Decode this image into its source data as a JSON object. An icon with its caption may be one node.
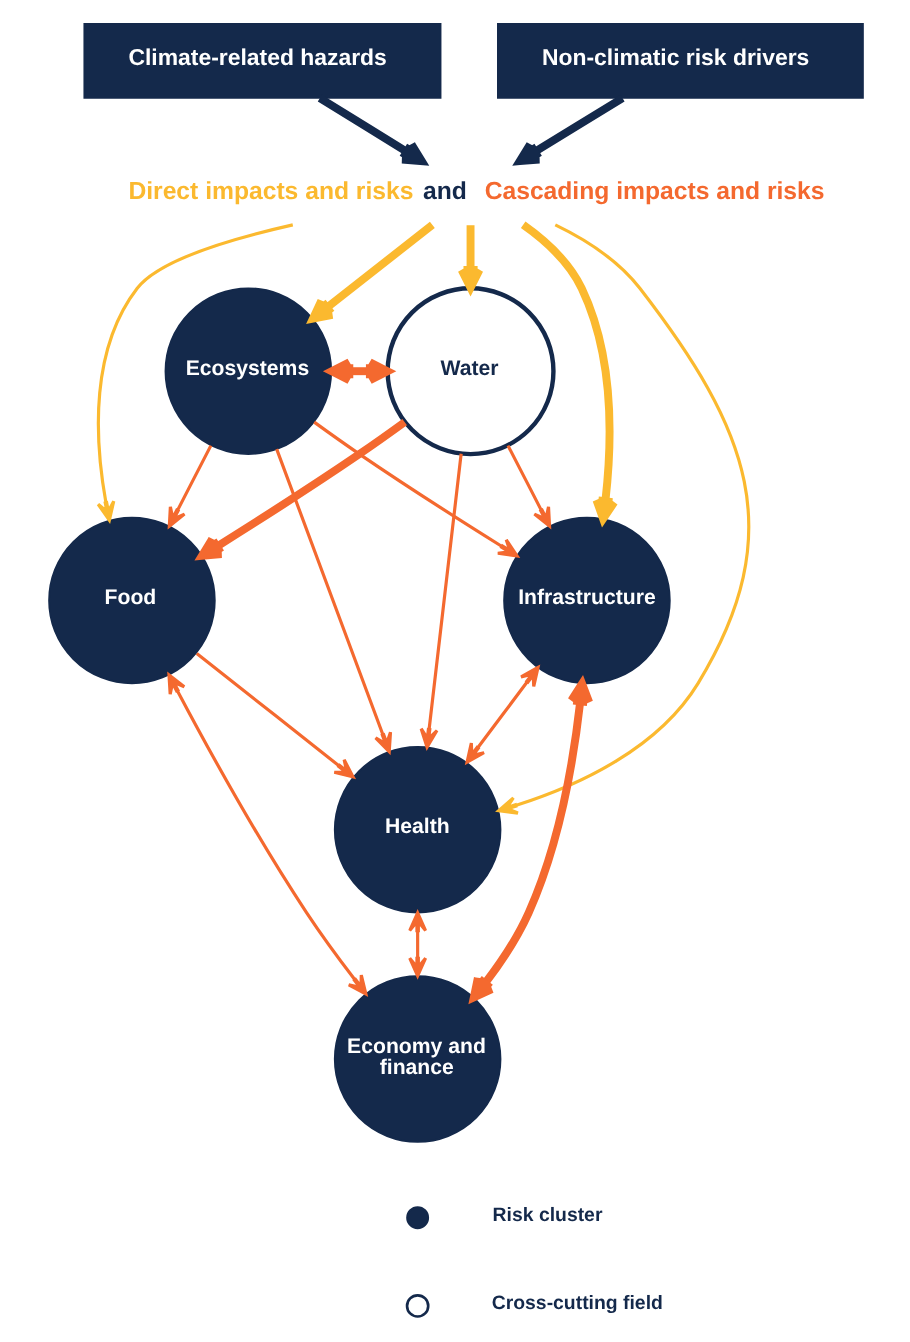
{
  "diagram": {
    "nodes": [
      {
        "text": [
          "Climate-related hazards"
        ]
      },
      {
        "text": [
          "Non-climatic risk drivers"
        ]
      },
      {
        "text": [
          "Direct impacts and risks",
          "and",
          "Cascading impacts and risks"
        ]
      },
      {
        "text": [
          "Ecosystems"
        ]
      },
      {
        "text": [
          "Water"
        ]
      },
      {
        "text": [
          "Food"
        ]
      },
      {
        "text": [
          "Infrastructure"
        ]
      },
      {
        "text": [
          "Health"
        ]
      },
      {
        "text": [
          "Economy and finance"
        ]
      }
    ],
    "edges": [
      {
        "from": 0,
        "to": 2,
        "arrow": "to",
        "style": "thick",
        "color": "#14294b"
      },
      {
        "from": 1,
        "to": 2,
        "arrow": "to",
        "style": "thick",
        "color": "#14294b"
      },
      {
        "from": 2,
        "to": 5,
        "arrow": "to",
        "color": "#fbb92f"
      },
      {
        "from": 2,
        "to": 3,
        "arrow": "to",
        "style": "thick",
        "color": "#fbb92f"
      },
      {
        "from": 2,
        "to": 7,
        "arrow": "to",
        "color": "#fbb92f"
      },
      {
        "from": 2,
        "to": 4,
        "arrow": "to",
        "style": "thick",
        "color": "#fbb92f"
      },
      {
        "from": 2,
        "to": 6,
        "arrow": "to",
        "style": "thick",
        "color": "#fbb92f"
      },
      {
        "from": 3,
        "to": 4,
        "arrow": "both",
        "style": "thick"
      },
      {
        "from": 3,
        "to": 5,
        "arrow": "to"
      },
      {
        "from": 3,
        "to": 7,
        "arrow": "to"
      },
      {
        "from": 3,
        "to": 6,
        "arrow": "to"
      },
      {
        "from": 4,
        "to": 5,
        "arrow": "to",
        "style": "thick"
      },
      {
        "from": 4,
        "to": 6,
        "arrow": "to"
      },
      {
        "from": 4,
        "to": 7,
        "arrow": "to"
      },
      {
        "from": 5,
        "to": 7,
        "arrow": "to"
      },
      {
        "from": 5,
        "to": 8,
        "arrow": "both"
      },
      {
        "from": 6,
        "to": 7,
        "arrow": "both"
      },
      {
        "from": 6,
        "to": 8,
        "arrow": "both",
        "style": "thick"
      },
      {
        "from": 7,
        "to": 8,
        "arrow": "both"
      }
    ],
    "legend": [
      {
        "text": "Risk cluster",
        "color": "#14294b"
      },
      {
        "text": "Cross-cutting field"
      }
    ]
  }
}
